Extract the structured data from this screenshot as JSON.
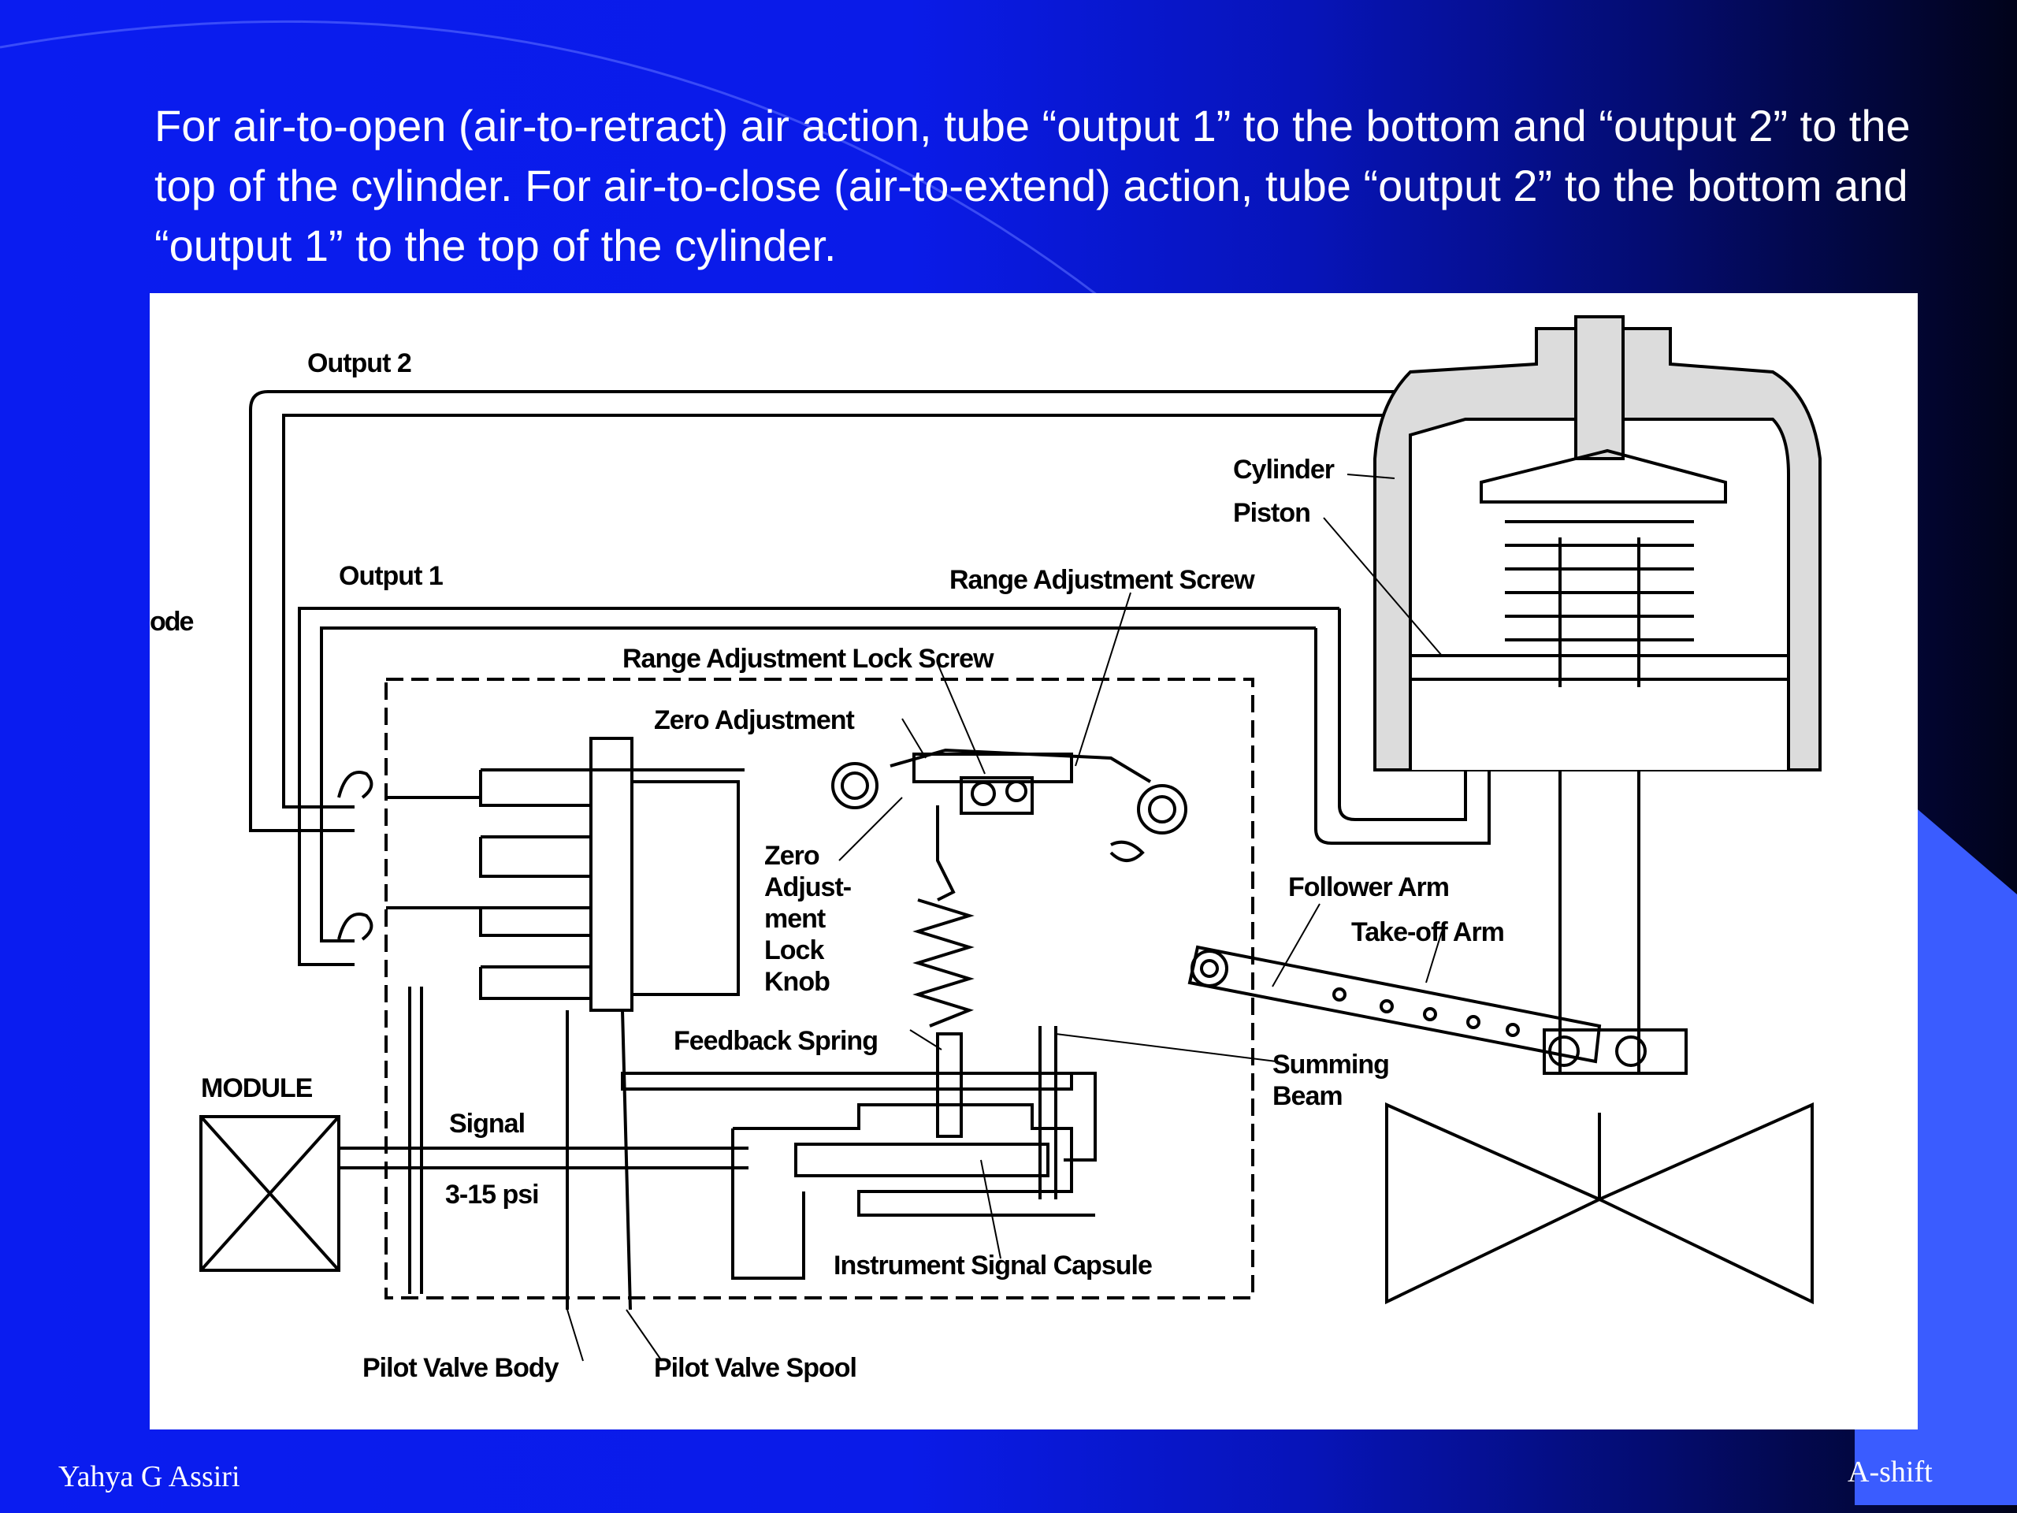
{
  "slide": {
    "caption": "For air-to-open (air-to-retract) air action, tube “output 1” to the bottom and “output 2” to the top of the cylinder. For air-to-close (air-to-extend) action, tube “output 2” to the bottom and “output 1” to the top of the cylinder.",
    "footer_left": "Yahya G Assiri",
    "footer_right": "A-shift"
  },
  "diagram": {
    "labels": {
      "output_2": "Output 2",
      "output_1": "Output 1",
      "cut_off": "ode",
      "cylinder": "Cylinder",
      "piston": "Piston",
      "range_adjustment_screw": "Range Adjustment Screw",
      "range_adjustment_lock_screw": "Range Adjustment Lock Screw",
      "zero_adjustment": "Zero Adjustment",
      "zero_lock_1": "Zero",
      "zero_lock_2": "Adjust-",
      "zero_lock_3": "ment",
      "zero_lock_4": "Lock",
      "zero_lock_5": "Knob",
      "follower_arm": "Follower Arm",
      "take_off_arm": "Take-off Arm",
      "feedback_spring": "Feedback Spring",
      "summing_beam_1": "Summing",
      "summing_beam_2": "Beam",
      "module": "MODULE",
      "signal": "Signal",
      "psi": "3-15 psi",
      "instrument_signal_capsule": "Instrument Signal Capsule",
      "pilot_valve_body": "Pilot Valve Body",
      "pilot_valve_spool": "Pilot Valve Spool"
    }
  }
}
